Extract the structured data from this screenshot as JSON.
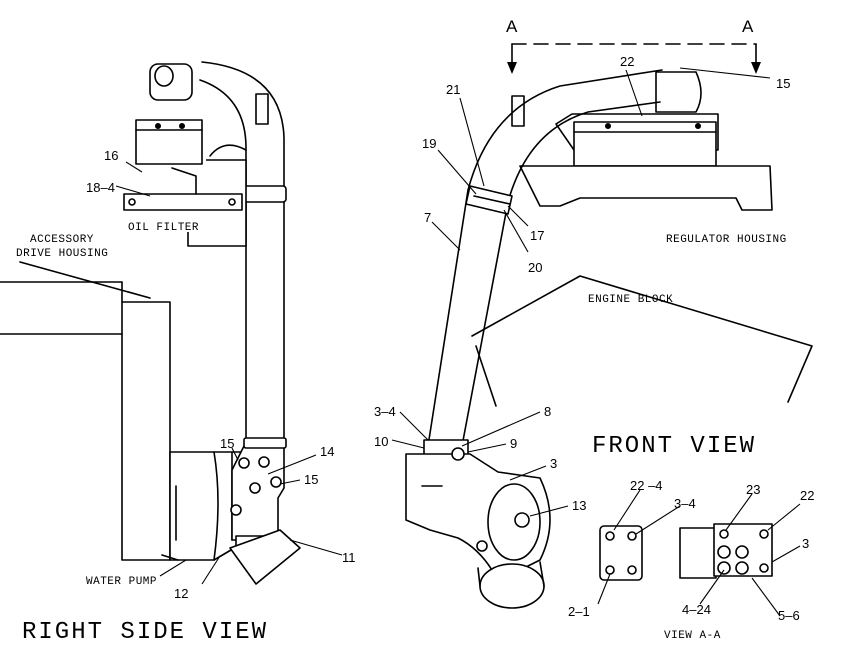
{
  "views": {
    "right_side": "RIGHT SIDE VIEW",
    "front": "FRONT VIEW",
    "view_aa": "VIEW A-A"
  },
  "section_marks": [
    "A",
    "A"
  ],
  "captions": {
    "oil_filter": "OIL FILTER",
    "accessory_line1": "ACCESSORY",
    "accessory_line2": "DRIVE HOUSING",
    "water_pump": "WATER PUMP",
    "regulator_housing": "REGULATOR HOUSING",
    "engine_block": "ENGINE BLOCK"
  },
  "callouts": {
    "right": [
      "16",
      "18–4",
      "15",
      "14",
      "15",
      "11",
      "12"
    ],
    "front": [
      "22",
      "15",
      "21",
      "19",
      "7",
      "17",
      "20",
      "3–4",
      "8",
      "10",
      "9",
      "3",
      "13"
    ],
    "view_aa": [
      "22 –4",
      "3–4",
      "2–1",
      "23",
      "22",
      "3",
      "4–24",
      "5–6"
    ]
  }
}
